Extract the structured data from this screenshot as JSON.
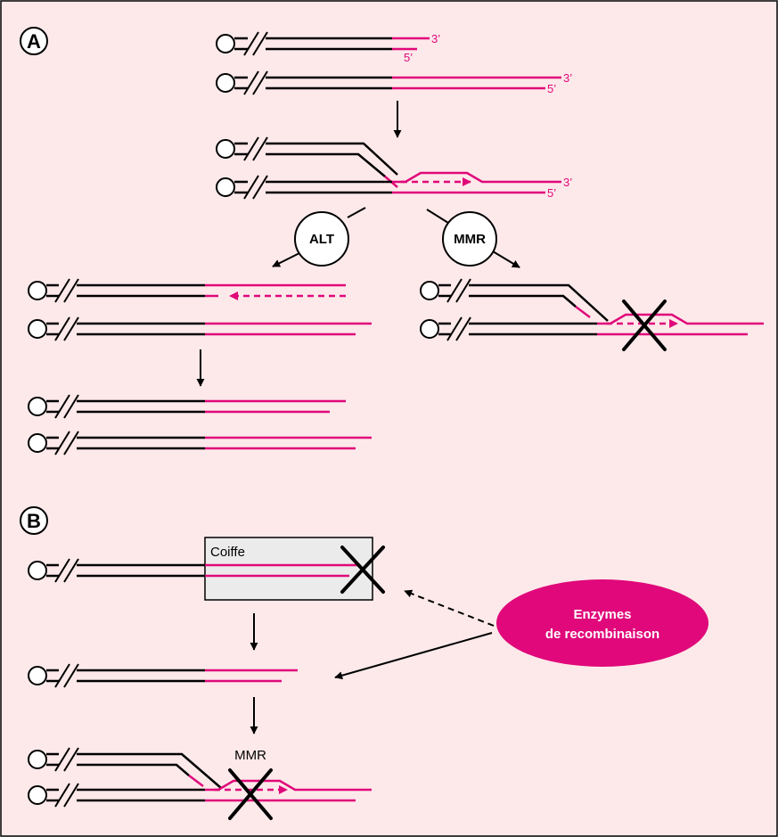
{
  "colors": {
    "background": "#fde9ea",
    "strand_black": "#000000",
    "strand_magenta": "#e0087a",
    "enzyme_fill": "#e0087a",
    "enzyme_text": "#ffffff",
    "box_fill": "#ecebeb"
  },
  "panel_a": {
    "letter": "A",
    "end_3": "3’",
    "end_5": "5’",
    "alt_label": "ALT",
    "mmr_label": "MMR"
  },
  "panel_b": {
    "letter": "B",
    "cap_label": "Coiffe",
    "enzyme_line1": "Enzymes",
    "enzyme_line2": "de recombinaison",
    "mmr_label": "MMR"
  }
}
